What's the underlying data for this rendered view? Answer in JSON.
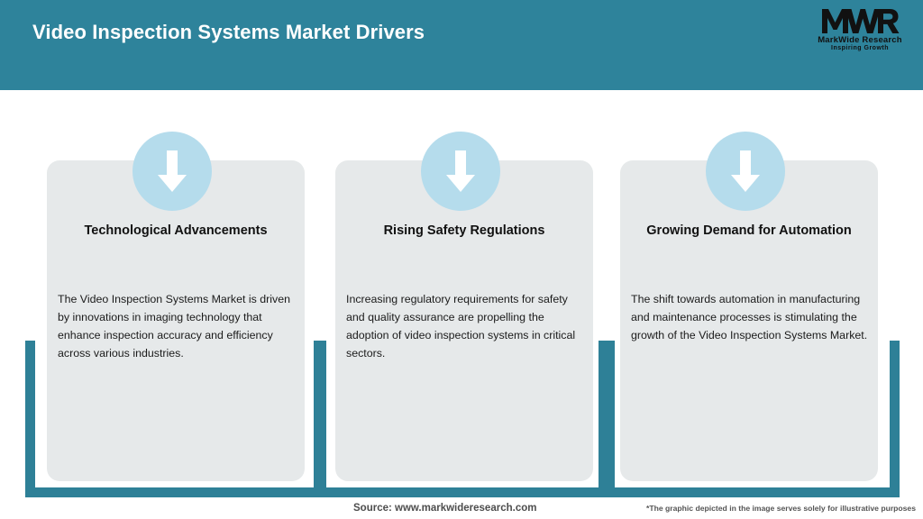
{
  "header": {
    "title": "Video Inspection Systems Market Drivers",
    "background_color": "#2e839b",
    "title_color": "#ffffff"
  },
  "logo": {
    "mark": "MWR",
    "name": "MarkWide Research",
    "tagline": "Inspiring Growth"
  },
  "theme": {
    "teal": "#2e8097",
    "card_background": "#e6e9ea",
    "badge_circle": "#b5dcec",
    "arrow": "#ffffff",
    "page_background": "#ffffff"
  },
  "drivers": [
    {
      "icon": "arrow-down-icon",
      "title": "Technological Advancements",
      "body": "The Video Inspection Systems Market is driven by innovations in imaging technology that enhance inspection accuracy and efficiency across various industries."
    },
    {
      "icon": "arrow-down-icon",
      "title": "Rising Safety Regulations",
      "body": "Increasing regulatory requirements for safety and quality assurance are propelling the adoption of video inspection systems in critical sectors."
    },
    {
      "icon": "arrow-down-icon",
      "title": "Growing Demand for Automation",
      "body": "The shift towards automation in manufacturing and maintenance processes is stimulating the growth of the Video Inspection Systems Market."
    }
  ],
  "footer": {
    "source": "Source: www.markwideresearch.com",
    "disclaimer": "*The graphic depicted in the image serves solely for illustrative purposes"
  }
}
